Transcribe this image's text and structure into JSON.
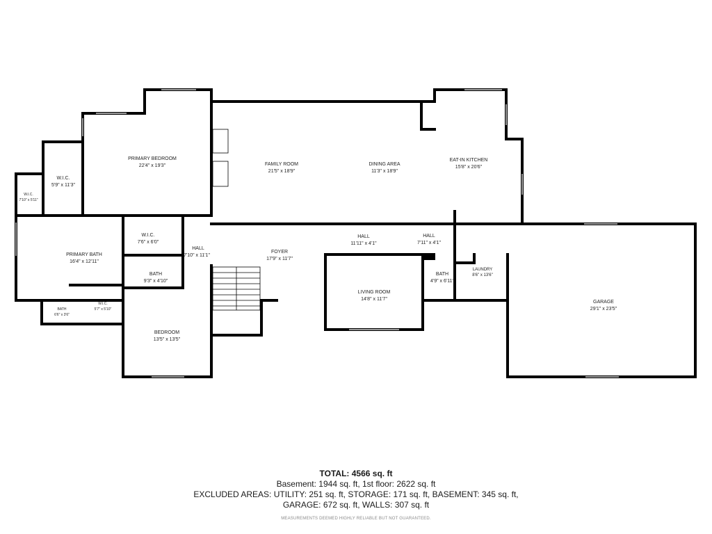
{
  "rooms": [
    {
      "id": "primary-bedroom",
      "name": "PRIMARY BEDROOM",
      "dims": "22'4\" x 19'3\""
    },
    {
      "id": "family-room",
      "name": "FAMILY ROOM",
      "dims": "21'5\" x 18'9\""
    },
    {
      "id": "dining-area",
      "name": "DINING AREA",
      "dims": "11'3\" x 18'9\""
    },
    {
      "id": "eat-in-kitchen",
      "name": "EAT-IN KITCHEN",
      "dims": "15'8\" x 20'6\""
    },
    {
      "id": "wic-primary",
      "name": "W.I.C.",
      "dims": "5'9\" x 11'3\""
    },
    {
      "id": "wic-small",
      "name": "W.I.C.",
      "dims": "7'10\" x 5'11\""
    },
    {
      "id": "primary-bath",
      "name": "PRIMARY BATH",
      "dims": "16'4\" x 12'11\""
    },
    {
      "id": "wic-hall",
      "name": "W.I.C.",
      "dims": "7'6\" x 6'0\""
    },
    {
      "id": "hall-1",
      "name": "HALL",
      "dims": "7'10\" x 11'1\""
    },
    {
      "id": "foyer",
      "name": "FOYER",
      "dims": "17'9\" x 11'7\""
    },
    {
      "id": "hall-2",
      "name": "HALL",
      "dims": "11'11\" x 4'1\""
    },
    {
      "id": "hall-3",
      "name": "HALL",
      "dims": "7'11\" x 4'1\""
    },
    {
      "id": "bath-1",
      "name": "BATH",
      "dims": "9'3\" x 4'10\""
    },
    {
      "id": "living-room",
      "name": "LIVING ROOM",
      "dims": "14'8\" x 11'7\""
    },
    {
      "id": "bath-2",
      "name": "BATH",
      "dims": "4'9\" x 6'11\""
    },
    {
      "id": "laundry",
      "name": "LAUNDRY",
      "dims": "8'6\" x 13'6\""
    },
    {
      "id": "garage",
      "name": "GARAGE",
      "dims": "29'1\" x 23'5\""
    },
    {
      "id": "bath-3",
      "name": "BATH",
      "dims": "6'6\" x 3'6\""
    },
    {
      "id": "wic-bath",
      "name": "W.I.C.",
      "dims": "5'7\" x 5'10\""
    },
    {
      "id": "bedroom",
      "name": "BEDROOM",
      "dims": "13'5\" x 13'5\""
    }
  ],
  "summary": {
    "total": "TOTAL: 4566 sq. ft",
    "line1": "Basement: 1944 sq. ft, 1st floor: 2622 sq. ft",
    "line2": "EXCLUDED AREAS: UTILITY: 251 sq. ft, STORAGE: 171 sq. ft, BASEMENT: 345 sq. ft,",
    "line3": "GARAGE: 672 sq. ft, WALLS: 307 sq. ft",
    "disclaimer": "MEASUREMENTS DEEMED HIGHLY RELIABLE BUT NOT GUARANTEED."
  },
  "colors": {
    "wall": "#000000",
    "window": "#9a9a9a",
    "text": "#222222"
  }
}
